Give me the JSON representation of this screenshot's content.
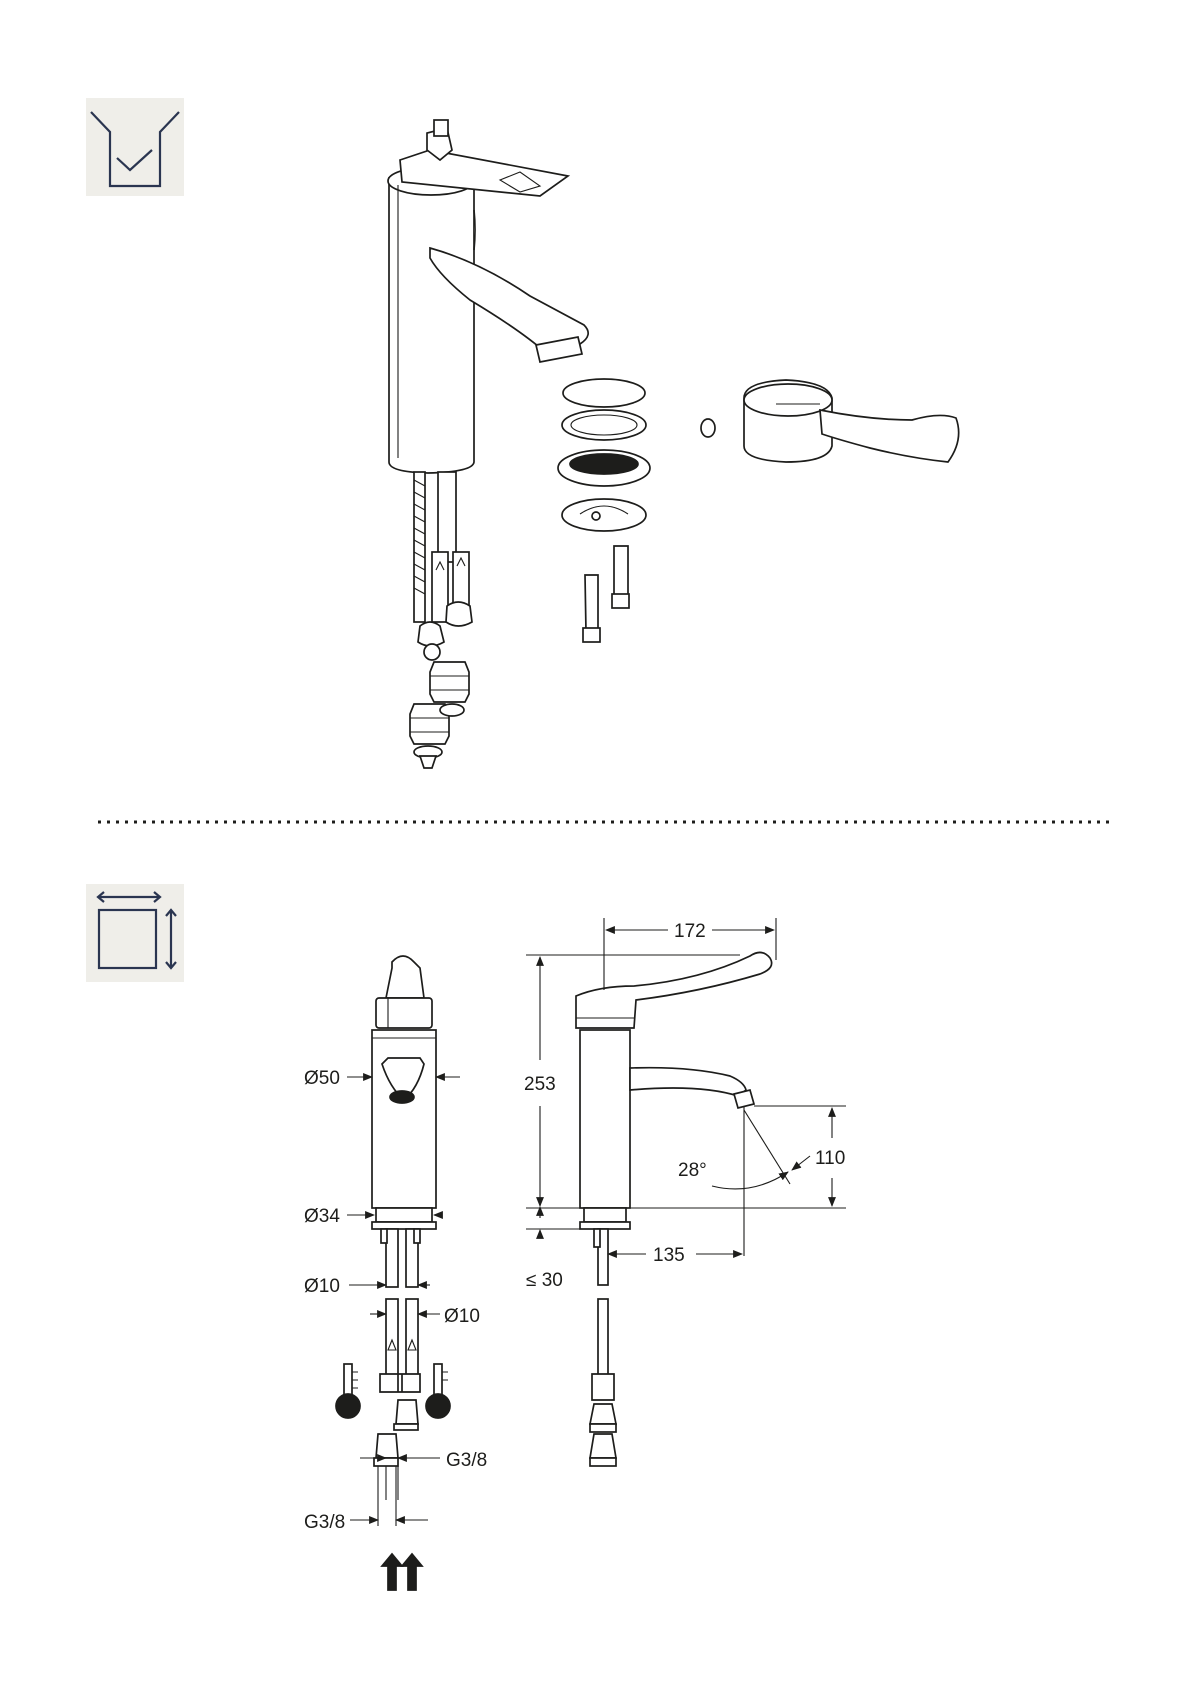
{
  "dimensions": {
    "dia_body": "Ø50",
    "dia_base": "Ø34",
    "dia_pipe_a": "Ø10",
    "dia_pipe_b": "Ø10",
    "thread_a": "G3/8",
    "thread_b": "G3/8",
    "width_top": "172",
    "height_total": "253",
    "spout_height": "110",
    "spout_angle": "28°",
    "spout_reach": "135",
    "counter_thickness": "≤ 30"
  },
  "icons": [
    "parts-checklist-icon",
    "dimensions-icon"
  ],
  "colors": {
    "line": "#1d1d1b",
    "icon_bg": "#efeee9",
    "icon_stroke": "#2a3550"
  }
}
